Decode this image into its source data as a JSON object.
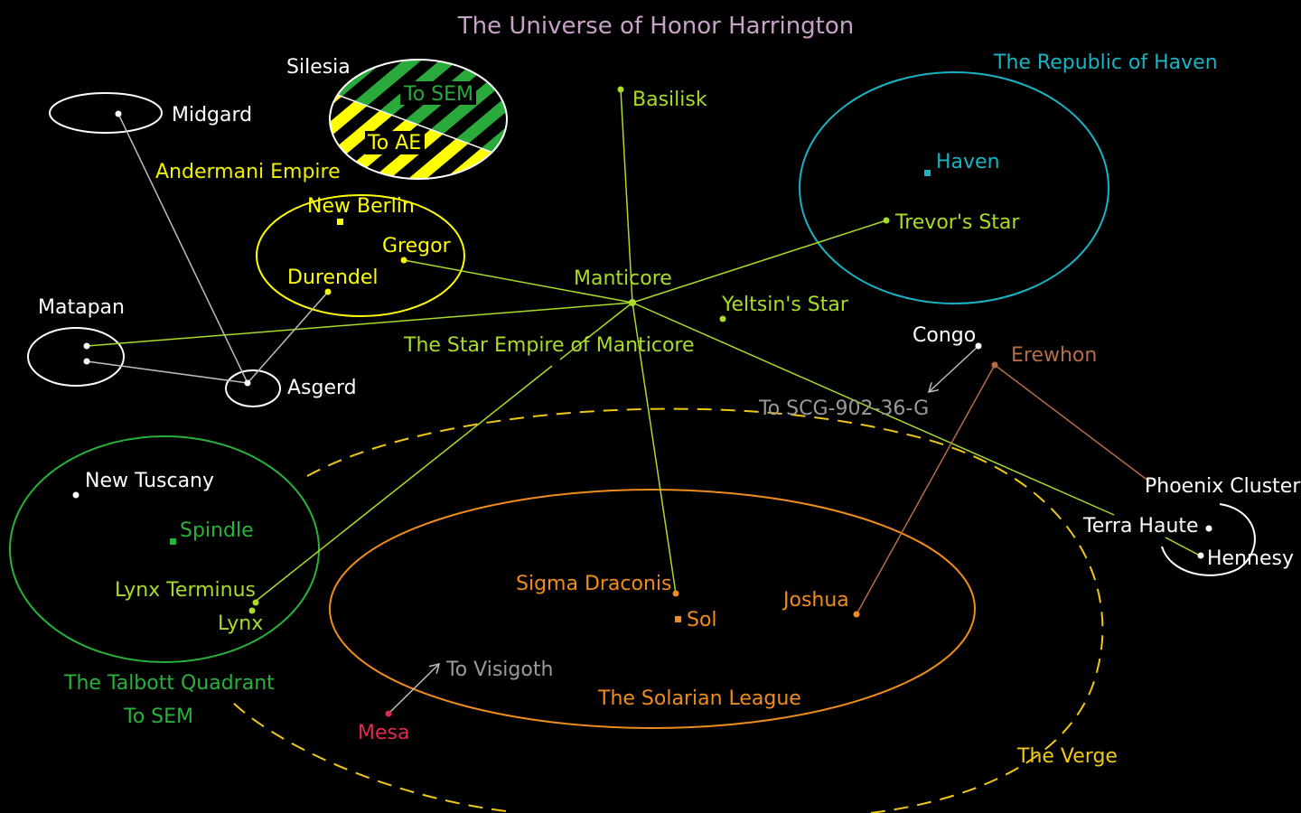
{
  "title": "The Universe of Honor Harrington",
  "colors": {
    "title": "#c8a0c8",
    "white": "#ffffff",
    "grey": "#bdbdbd",
    "manticore": "#a8dc28",
    "yellow": "#ffff00",
    "andermani_label": "#f0f000",
    "haven": "#19b4c4",
    "talbott": "#27b33b",
    "solarian": "#f08c1c",
    "verge": "#f0c814",
    "erewhon": "#b46e46",
    "mesa": "#e02a4e",
    "silesia_green": "#2aaa3a"
  },
  "regions": {
    "silesia": "Silesia",
    "andermani": "Andermani Empire",
    "republic_haven": "The Republic of Haven",
    "star_empire": "The Star Empire of Manticore",
    "talbott": "The Talbott Quadrant",
    "solarian": "The Solarian League",
    "verge": "The Verge",
    "phoenix": "Phoenix Cluster"
  },
  "stars": {
    "midgard": "Midgard",
    "basilisk": "Basilisk",
    "haven": "Haven",
    "trevors_star": "Trevor's Star",
    "new_berlin": "New Berlin",
    "gregor": "Gregor",
    "durendel": "Durendel",
    "manticore": "Manticore",
    "yeltsins_star": "Yeltsin's Star",
    "matapan": "Matapan",
    "congo": "Congo",
    "erewhon": "Erewhon",
    "asgerd": "Asgerd",
    "new_tuscany": "New Tuscany",
    "spindle": "Spindle",
    "lynx_terminus": "Lynx Terminus",
    "lynx": "Lynx",
    "sigma_draconis": "Sigma Draconis",
    "sol": "Sol",
    "joshua": "Joshua",
    "terra_haute": "Terra Haute",
    "hennesy": "Hennesy",
    "mesa": "Mesa"
  },
  "routes": {
    "to_sem_silesia": "To SEM",
    "to_ae": "To AE",
    "to_scg": "To SCG-902-36-G",
    "to_visigoth": "To Visigoth",
    "to_sem_talbott": "To SEM"
  }
}
